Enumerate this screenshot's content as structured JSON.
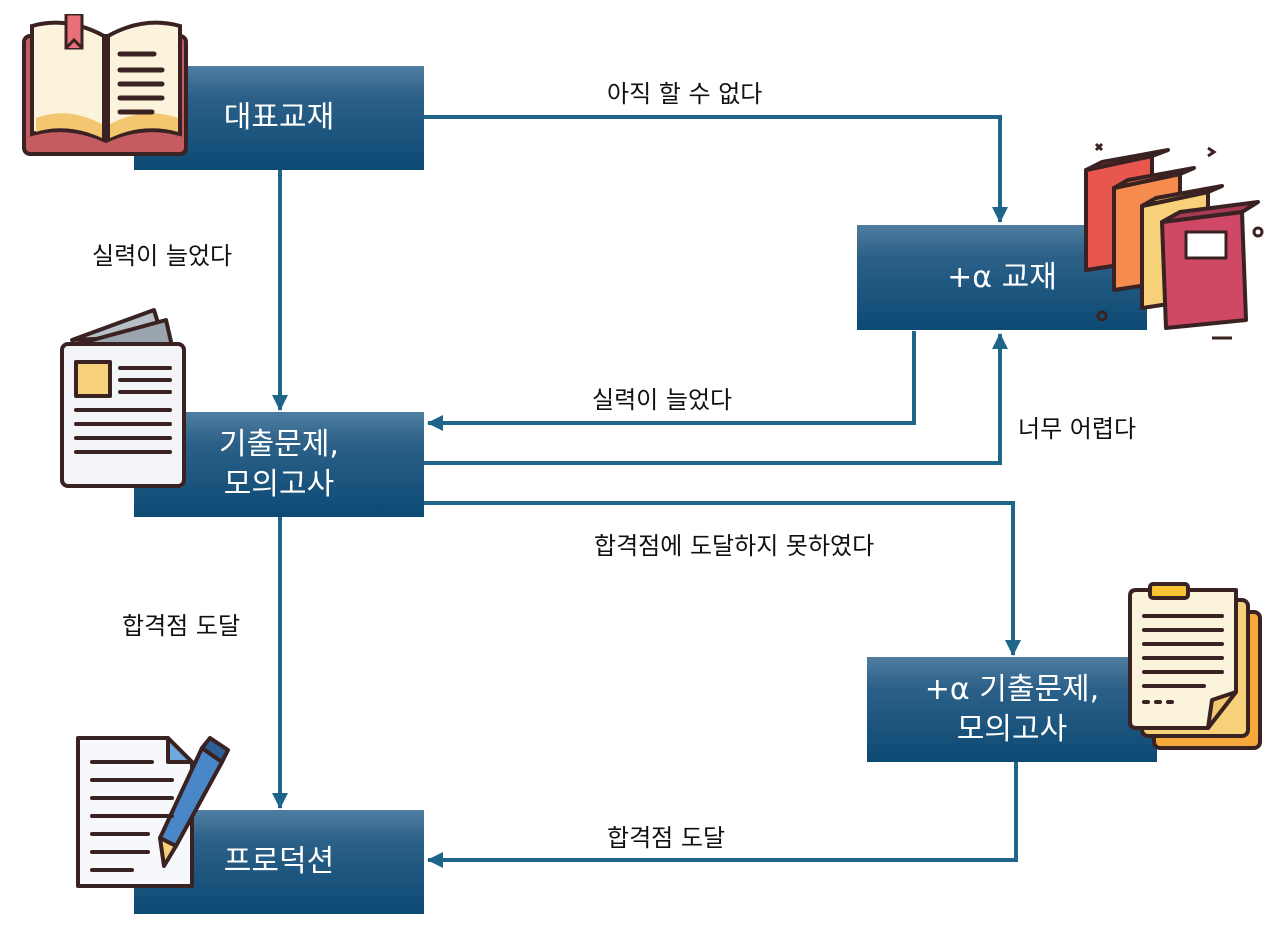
{
  "nodes": {
    "textbook": "대표교재",
    "alpha_textbook": "+α 교재",
    "past_exams": "기출문제,\n모의고사",
    "alpha_past_exams": "+α 기출문제,\n모의고사",
    "production": "프로덕션"
  },
  "edges": {
    "not_yet": "아직 할 수 없다",
    "improved_1": "실력이 늘었다",
    "improved_2": "실력이 늘었다",
    "too_hard": "너무 어렵다",
    "not_passed": "합격점에 도달하지 못하였다",
    "passed_1": "합격점 도달",
    "passed_2": "합격점 도달"
  },
  "icons": {
    "textbook": "open-book-icon",
    "alpha_textbook": "stacked-books-icon",
    "past_exams": "newspaper-icon",
    "alpha_past_exams": "clipboard-documents-icon",
    "production": "document-pen-icon"
  },
  "colors": {
    "box_dark": "#0c4a74",
    "box_light": "#4f7ea1",
    "arrow": "#1f6489",
    "text": "#111111"
  }
}
